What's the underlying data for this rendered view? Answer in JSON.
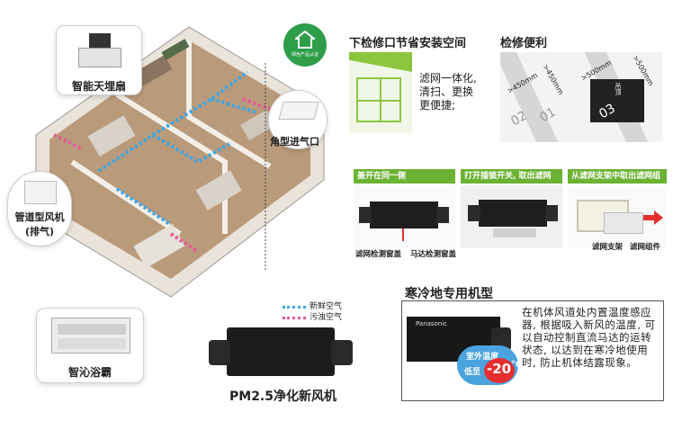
{
  "house_callouts": {
    "ceiling_fan": "智能天埋扇",
    "duct_fan": "管道型风机",
    "duct_fan_sub": "(排气)",
    "corner_inlet": "角型进气口",
    "bath_heater": "智沁浴霸"
  },
  "badge": {
    "text": "绿色产品认证"
  },
  "legend": {
    "fresh_air": "新鲜空气",
    "dirty_air": "污浊空气",
    "fresh_color": "#3aa7e8",
    "dirty_color": "#e8579a"
  },
  "main_product": {
    "title": "PM2.5净化新风机"
  },
  "section_space": {
    "title": "下检修口节省安装空间",
    "description": "滤网一体化,\n清扫、更换\n更便捷;"
  },
  "section_maintenance": {
    "title": "检修便利",
    "dims": [
      ">450mm",
      ">450mm",
      ">500mm",
      ">500mm"
    ],
    "numbers": [
      "02",
      "01",
      "03"
    ],
    "box_label": "吊顶"
  },
  "steps": [
    {
      "label": "盖开在同一侧"
    },
    {
      "label": "打开插锁开关, 取出滤网"
    },
    {
      "label": "从滤网支架中取出滤网组件"
    }
  ],
  "step_captions": {
    "filter_cover": "滤网检测窗盖",
    "motor_cover": "马达检测窗盖",
    "filter_bracket": "滤网支架",
    "filter_assembly": "滤网组件"
  },
  "cold_section": {
    "title": "寒冷地专用机型",
    "brand": "Panasonic",
    "temp_label_1": "室外温度",
    "temp_label_2": "低至",
    "temp_value": "-20",
    "temp_unit": "℃",
    "description": "在机体风道处内置温度感应器, 根据吸入新风的温度, 可以自动控制直流马达的运转状态, 以达到在寒冷地使用时, 防止机体结露现象。"
  }
}
